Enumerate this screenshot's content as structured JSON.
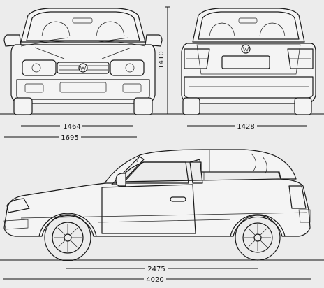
{
  "dimensions": {
    "front_track": "1464",
    "overall_width": "1695",
    "rear_track": "1428",
    "height": "1410",
    "wheelbase": "2475",
    "length": "4020"
  },
  "front_badge_logo": "VW"
}
